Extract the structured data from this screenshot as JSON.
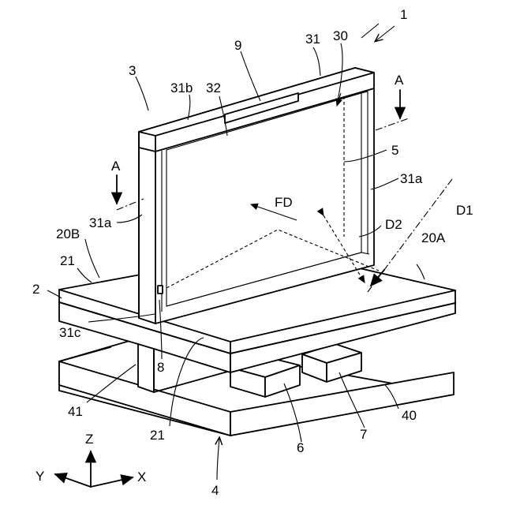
{
  "labels": {
    "device": "1",
    "base": "2",
    "display": "3",
    "lower_base": "4",
    "screen_ref": "5",
    "block_front": "6",
    "block_back": "7",
    "switch": "8",
    "slot": "9",
    "top_surface_front": "21",
    "top_surface_left": "21",
    "left_region": "20B",
    "right_region": "20A",
    "frame": "31",
    "frame_top": "31b",
    "frame_left_side": "31a",
    "frame_right_side": "31a",
    "frame_bottom": "31c",
    "screen": "30",
    "screen_surface": "32",
    "lower_plate": "40",
    "lower_column": "41",
    "section_left": "A",
    "section_right": "A",
    "direction_fd": "FD",
    "direction_d1": "D1",
    "direction_d2": "D2"
  },
  "axes": {
    "z": "Z",
    "y": "Y",
    "x": "X"
  }
}
